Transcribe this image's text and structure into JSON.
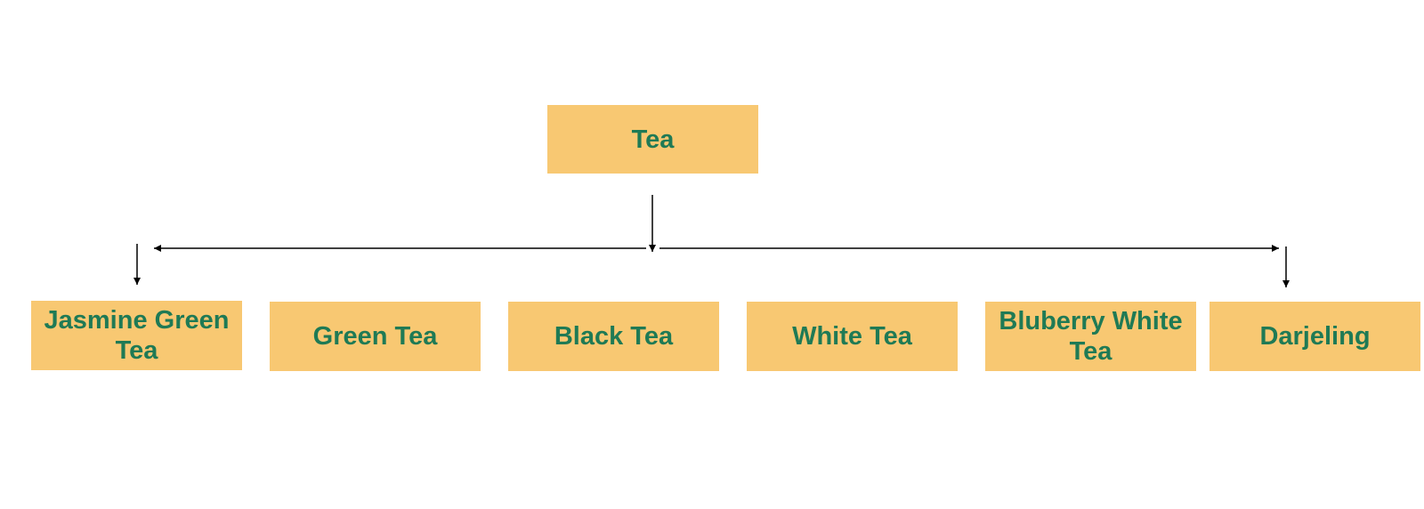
{
  "colors": {
    "node_fill": "#f8c872",
    "node_text": "#1f7a55",
    "connector": "#000000"
  },
  "diagram": {
    "root": {
      "label": "Tea"
    },
    "children": [
      {
        "label": "Jasmine Green Tea"
      },
      {
        "label": "Green Tea"
      },
      {
        "label": "Black Tea"
      },
      {
        "label": "White Tea"
      },
      {
        "label": "Bluberry White Tea"
      },
      {
        "label": "Darjeling"
      }
    ]
  }
}
